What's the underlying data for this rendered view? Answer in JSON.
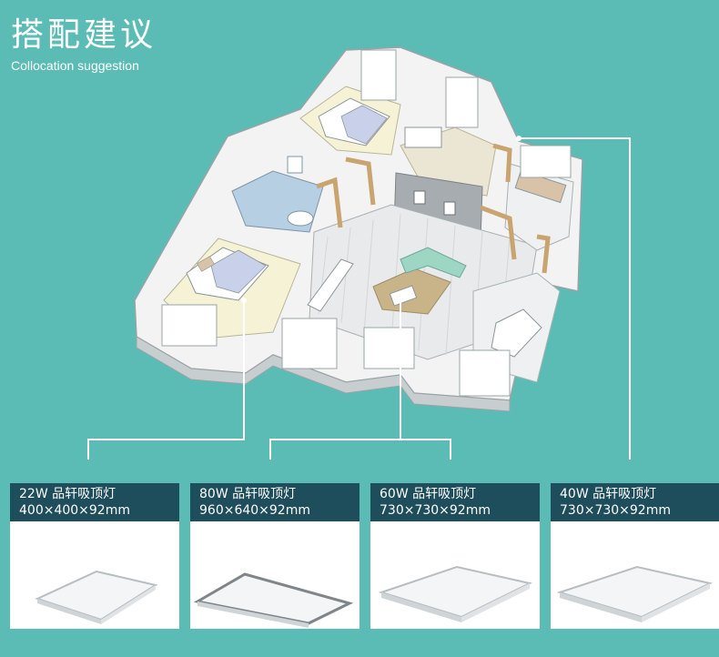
{
  "header": {
    "title": "搭配建议",
    "subtitle": "Collocation suggestion"
  },
  "floorplan": {
    "image": "isometric-apartment-floor-plan"
  },
  "products": [
    {
      "name": "22W 品轩吸顶灯",
      "size": "400×400×92mm",
      "icon": "square-ceiling-light-icon"
    },
    {
      "name": "80W 品轩吸顶灯",
      "size": "960×640×92mm",
      "icon": "rectangular-ceiling-light-icon"
    },
    {
      "name": "60W 品轩吸顶灯",
      "size": "730×730×92mm",
      "icon": "square-ceiling-light-icon"
    },
    {
      "name": "40W 品轩吸顶灯",
      "size": "730×730×92mm",
      "icon": "square-ceiling-light-icon"
    }
  ],
  "colors": {
    "background": "#5bbcb6",
    "card_header": "#1e4d5c",
    "connector": "#ffffff"
  }
}
